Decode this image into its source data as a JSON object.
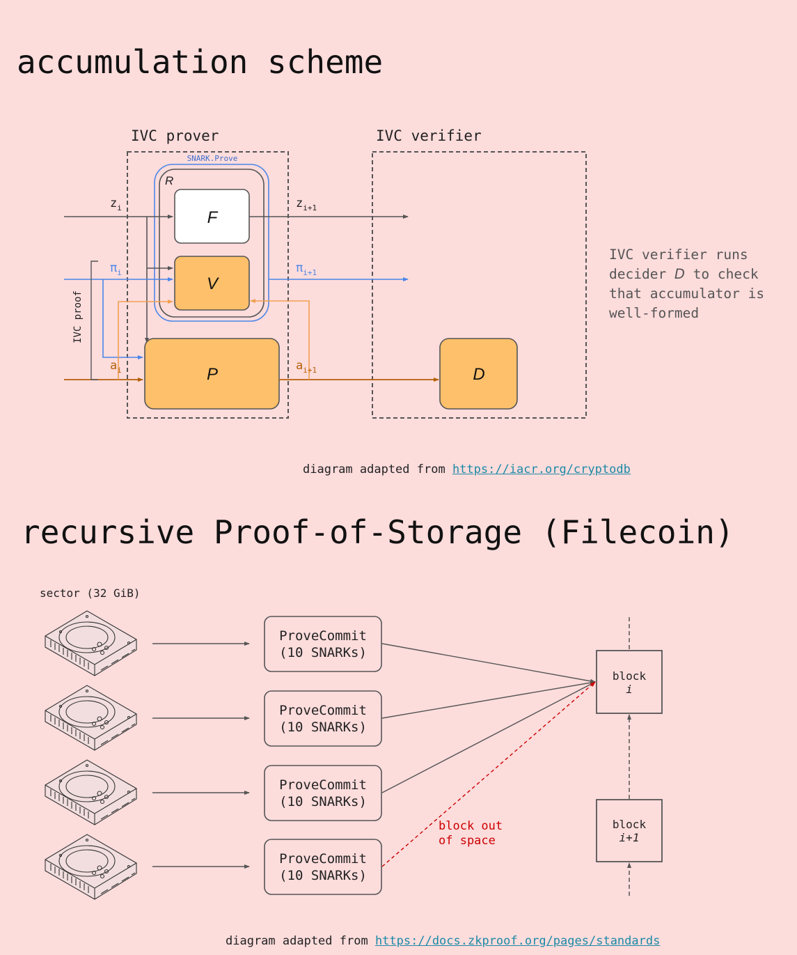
{
  "section1": {
    "title": "accumulation scheme",
    "prover_label": "IVC prover",
    "verifier_label": "IVC verifier",
    "snark_label": "SNARK.Prove",
    "r_label": "R",
    "f_label": "F",
    "v_label": "V",
    "p_label": "P",
    "d_label": "D",
    "ivc_proof_label": "IVC proof",
    "z_i": {
      "base": "z",
      "sub": "i"
    },
    "z_i1": {
      "base": "z",
      "sub": "i+1"
    },
    "pi_i": {
      "base": "π",
      "sub": "i"
    },
    "pi_i1": {
      "base": "π",
      "sub": "i+1"
    },
    "a_i": {
      "base": "a",
      "sub": "i"
    },
    "a_i1": {
      "base": "a",
      "sub": "i+1"
    },
    "note": {
      "line1": "IVC verifier runs",
      "line2_pre": "decider ",
      "line2_var": "D",
      "line2_post": " to check",
      "line3": "that accumulator is",
      "line4": "well-formed"
    },
    "credit_text": "diagram adapted from ",
    "credit_link": "https://iacr.org/cryptodb"
  },
  "section2": {
    "title": "recursive Proof-of-Storage (Filecoin)",
    "sector_label": "sector (32 GiB)",
    "provecommits": [
      {
        "line1": "ProveCommit",
        "line2": "(10 SNARKs)"
      },
      {
        "line1": "ProveCommit",
        "line2": "(10 SNARKs)"
      },
      {
        "line1": "ProveCommit",
        "line2": "(10 SNARKs)"
      },
      {
        "line1": "ProveCommit",
        "line2": "(10 SNARKs)"
      }
    ],
    "block_i": {
      "line1": "block",
      "line2": "i"
    },
    "block_i1": {
      "line1": "block",
      "line2": "i+1"
    },
    "out_of_space": {
      "line1": "block out",
      "line2": "of space"
    },
    "credit_text": "diagram adapted from ",
    "credit_link": "https://docs.zkproof.org/pages/standards"
  },
  "colors": {
    "background": "#fddcdc",
    "orange_fill": "#fec06a",
    "blue": "#4a86e8",
    "orange_line": "#b45f06",
    "light_orange_line": "#f0a050",
    "red": "#cc0000",
    "link": "#1a8aa6"
  },
  "icons": [
    "hard-drive-icon"
  ]
}
